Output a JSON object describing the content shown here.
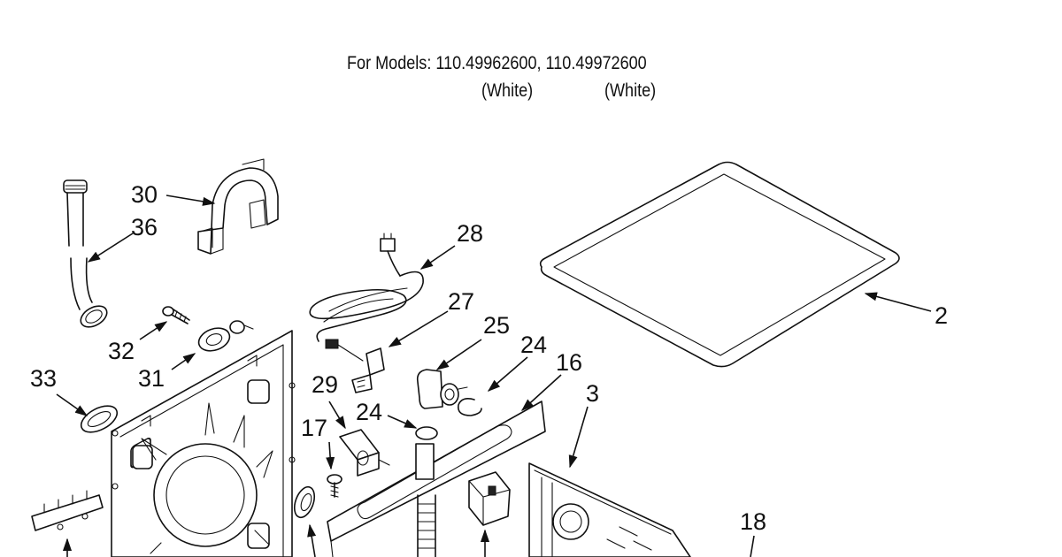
{
  "header": {
    "models_line": "For Models: 110.49962600, 110.49972600",
    "color_1": "(White)",
    "color_2": "(White)"
  },
  "callouts": {
    "c30": "30",
    "c36": "36",
    "c28": "28",
    "c2": "2",
    "c27": "27",
    "c25": "25",
    "c24a": "24",
    "c16": "16",
    "c32": "32",
    "c31": "31",
    "c33": "33",
    "c29": "29",
    "c24b": "24",
    "c3": "3",
    "c17": "17",
    "c18": "18"
  }
}
